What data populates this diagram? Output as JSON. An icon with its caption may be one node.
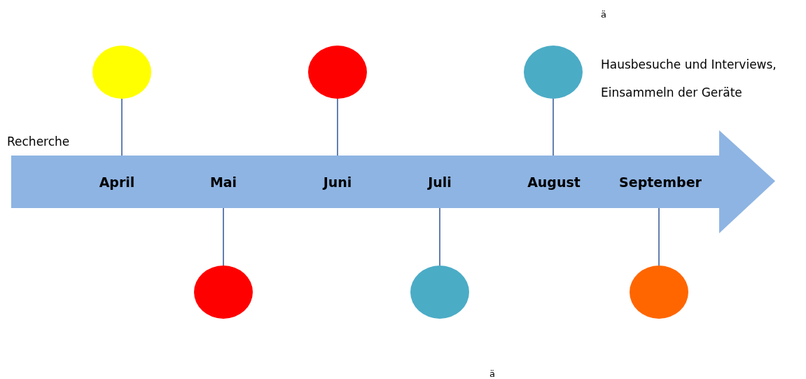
{
  "diagram": {
    "nodes": [
      {
        "text": [
          "April",
          "Mai",
          "Juni",
          "Juli",
          "August",
          "September"
        ]
      },
      {
        "text": [],
        "shape": "circle"
      },
      {
        "text": [],
        "shape": "circle"
      },
      {
        "text": [],
        "shape": "circle"
      },
      {
        "text": [],
        "shape": "circle"
      },
      {
        "text": [],
        "shape": "circle"
      },
      {
        "text": [],
        "shape": "circle"
      }
    ],
    "edges": [
      {
        "from": 1,
        "to": 0,
        "arrow": "none"
      },
      {
        "from": 2,
        "to": 0,
        "arrow": "none"
      },
      {
        "from": 3,
        "to": 0,
        "arrow": "none"
      },
      {
        "from": 4,
        "to": 0,
        "arrow": "none"
      },
      {
        "from": 5,
        "to": 0,
        "arrow": "none"
      },
      {
        "from": 6,
        "to": 0,
        "arrow": "none"
      }
    ],
    "labels": [
      "ä",
      "Hausbesuche und Interviews, Einsammeln der Geräte",
      "Recherche",
      "ä"
    ]
  }
}
